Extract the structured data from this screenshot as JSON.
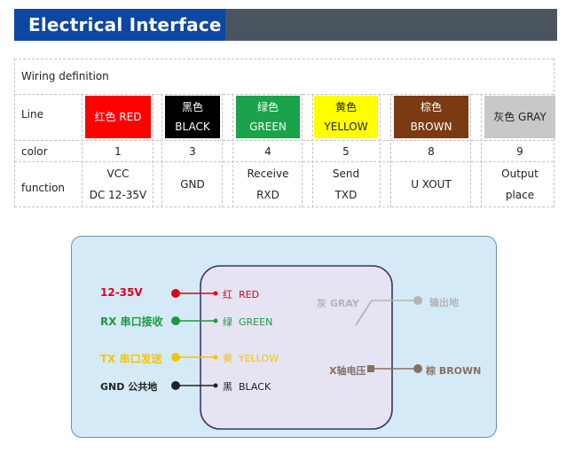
{
  "header": {
    "title": "Electrical Interface"
  },
  "table": {
    "title": "Wiring definition",
    "row_labels": {
      "line": "Line",
      "color": "color",
      "function": "function"
    },
    "columns": [
      {
        "line_label": "红色 RED",
        "line_label_2": "",
        "bg": "#ff0000",
        "fg": "#ffffff",
        "color_no": "1",
        "function_1": "VCC",
        "function_2": "DC 12-35V"
      },
      {
        "line_label": "黑色",
        "line_label_2": "BLACK",
        "bg": "#000000",
        "fg": "#ffffff",
        "color_no": "3",
        "function_1": "GND",
        "function_2": ""
      },
      {
        "line_label": "绿色",
        "line_label_2": "GREEN",
        "bg": "#1aa34a",
        "fg": "#ffffff",
        "color_no": "4",
        "function_1": "Receive",
        "function_2": "RXD"
      },
      {
        "line_label": "黄色",
        "line_label_2": "YELLOW",
        "bg": "#ffff00",
        "fg": "#222222",
        "color_no": "5",
        "function_1": "Send",
        "function_2": "TXD"
      },
      {
        "line_label": "棕色",
        "line_label_2": "BROWN",
        "bg": "#7b3a12",
        "fg": "#ffffff",
        "color_no": "8",
        "function_1": "U XOUT",
        "function_2": ""
      },
      {
        "line_label": "灰色 GRAY",
        "line_label_2": "",
        "bg": "#c8c8c8",
        "fg": "#222222",
        "color_no": "9",
        "function_1": "Output",
        "function_2": "place"
      }
    ]
  },
  "diagram": {
    "left": [
      {
        "text": "12-35V",
        "color": "#e0001b"
      },
      {
        "text": "RX 串口接收",
        "color": "#1a9a3c"
      },
      {
        "text": "TX 串口发送",
        "color": "#f5c400"
      },
      {
        "text": "GND 公共地",
        "color": "#222222"
      }
    ],
    "inner_left": [
      {
        "cn": "红",
        "en": "RED",
        "color": "#e0001b"
      },
      {
        "cn": "绿",
        "en": "GREEN",
        "color": "#1a9a3c"
      },
      {
        "cn": "黄",
        "en": "YELLOW",
        "color": "#f5c400"
      },
      {
        "cn": "黑",
        "en": "BLACK",
        "color": "#222222"
      }
    ],
    "gray": {
      "inner": "灰 GRAY",
      "outer": "输出地",
      "color": "#b4b4b4"
    },
    "brown": {
      "inner": "X轴电压",
      "outer": "棕 BROWN",
      "color": "#8a6f60"
    }
  }
}
